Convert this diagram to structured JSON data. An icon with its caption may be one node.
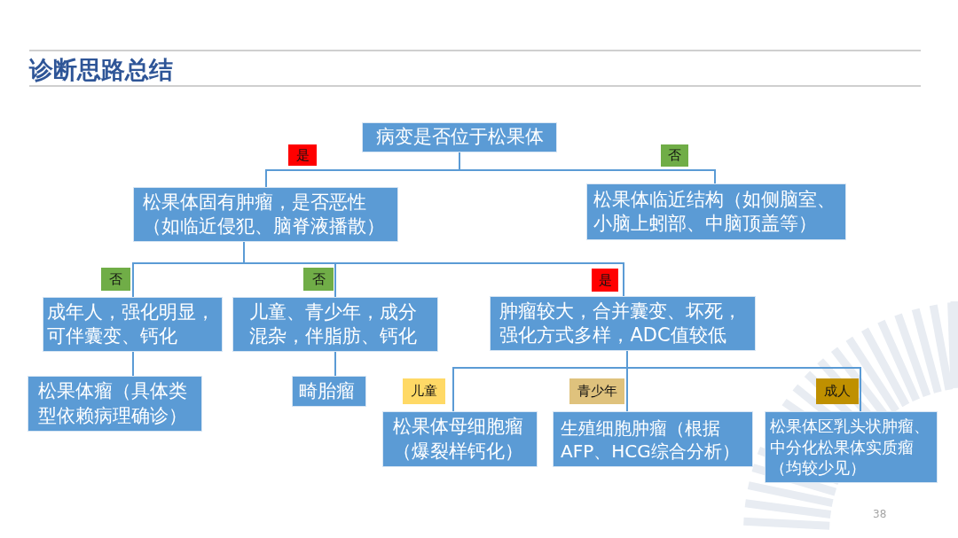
{
  "diagram": {
    "title": "诊断思路总结",
    "nodes": [
      {
        "text": [
          "病变是否位于松果体"
        ]
      },
      {
        "text": [
          "松果体固有肿瘤，是否恶性（如临近侵犯、脑脊液播散）"
        ]
      },
      {
        "text": [
          "松果体临近结构（如侧脑室、小脑上蚓部、中脑顶盖等）"
        ]
      },
      {
        "text": [
          "成年人，强化明显，可伴囊变、钙化"
        ]
      },
      {
        "text": [
          "儿童、青少年，成分混杂，伴脂肪、钙化"
        ]
      },
      {
        "text": [
          "肿瘤较大，合并囊变、坏死，强化方式多样，ADC值较低"
        ]
      },
      {
        "text": [
          "松果体瘤（具体类型依赖病理确诊）"
        ]
      },
      {
        "text": [
          "畸胎瘤"
        ]
      },
      {
        "text": [
          "松果体母细胞瘤（爆裂样钙化）"
        ]
      },
      {
        "text": [
          "生殖细胞肿瘤（根据AFP、HCG综合分析）"
        ]
      },
      {
        "text": [
          "松果体区乳头状肿瘤、中分化松果体实质瘤（均较少见）"
        ]
      }
    ],
    "edges": [
      {
        "from": 0,
        "to": 1,
        "arrow": "none",
        "label": "是"
      },
      {
        "from": 0,
        "to": 2,
        "arrow": "none",
        "label": "否"
      },
      {
        "from": 1,
        "to": 3,
        "arrow": "none",
        "label": "否"
      },
      {
        "from": 1,
        "to": 4,
        "arrow": "none",
        "label": "否"
      },
      {
        "from": 1,
        "to": 5,
        "arrow": "none",
        "label": "是"
      },
      {
        "from": 3,
        "to": 6,
        "arrow": "none"
      },
      {
        "from": 4,
        "to": 7,
        "arrow": "none"
      },
      {
        "from": 5,
        "to": 8,
        "arrow": "none",
        "label": "儿童"
      },
      {
        "from": 5,
        "to": 9,
        "arrow": "none",
        "label": "青少年"
      },
      {
        "from": 5,
        "to": 10,
        "arrow": "none",
        "label": "成人"
      }
    ],
    "labels": [
      "38"
    ]
  }
}
